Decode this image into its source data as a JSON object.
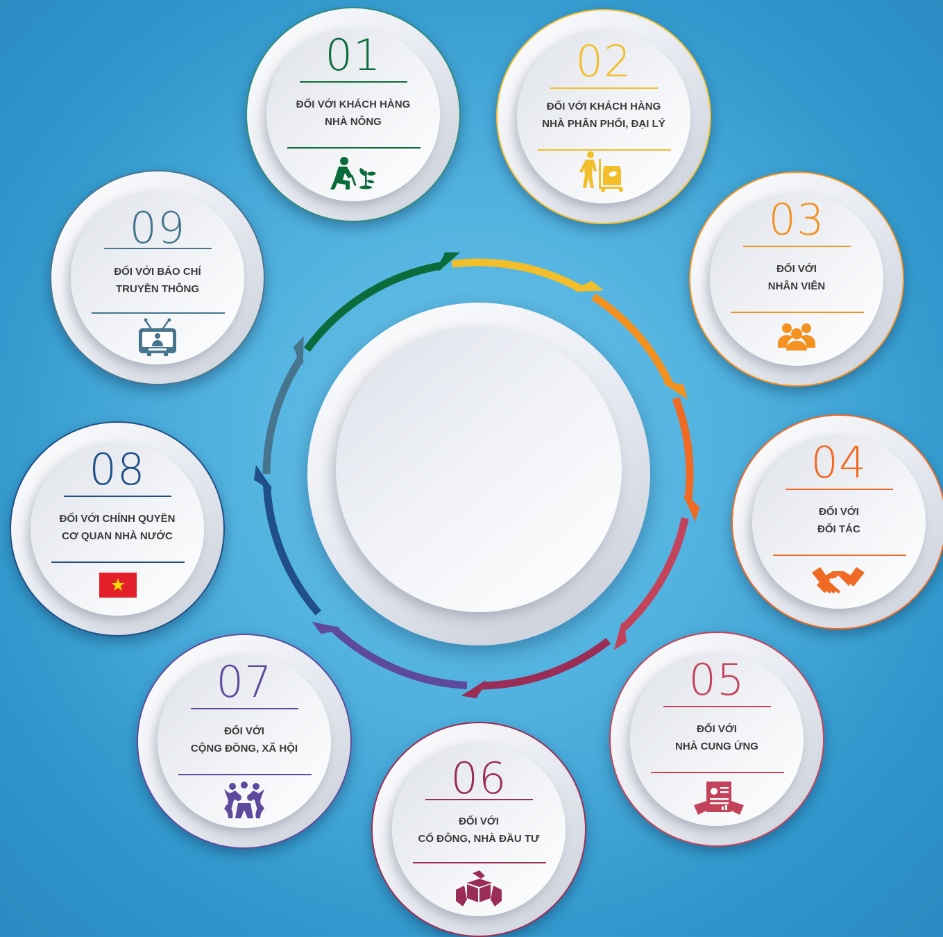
{
  "colors": {
    "c01": "#0a6b3b",
    "c02": "#f2be2a",
    "c03": "#f39221",
    "c04": "#ef6a23",
    "c05": "#c3445a",
    "c06": "#9a2d55",
    "c07": "#5d4a9c",
    "c08": "#1f4f86",
    "c09": "#47758e"
  },
  "items": [
    {
      "number": "01",
      "title_line1": "ĐỐI VỚI KHÁCH HÀNG",
      "title_line2": "NHÀ NÔNG",
      "icon": "farmer-planting-icon"
    },
    {
      "number": "02",
      "title_line1": "ĐỐI VỚI KHÁCH HÀNG",
      "title_line2": "NHÀ PHÂN PHỐI, ĐẠI LÝ",
      "icon": "hand-truck-worker-icon"
    },
    {
      "number": "03",
      "title_line1": "ĐỐI VỚI",
      "title_line2": "NHÂN VIÊN",
      "icon": "people-group-icon"
    },
    {
      "number": "04",
      "title_line1": "ĐỐI VỚI",
      "title_line2": "ĐỐI TÁC",
      "icon": "handshake-icon"
    },
    {
      "number": "05",
      "title_line1": "ĐỐI VỚI",
      "title_line2": "NHÀ CUNG ỨNG",
      "icon": "supply-document-icon"
    },
    {
      "number": "06",
      "title_line1": "ĐỐI VỚI",
      "title_line2": "CỔ ĐÔNG, NHÀ ĐẦU TƯ",
      "icon": "hands-investment-icon"
    },
    {
      "number": "07",
      "title_line1": "ĐỐI VỚI",
      "title_line2": "CỘNG ĐỒNG, XÃ HỘI",
      "icon": "community-people-icon"
    },
    {
      "number": "08",
      "title_line1": "ĐỐI VỚI CHÍNH QUYỀN",
      "title_line2": "CƠ QUAN NHÀ NƯỚC",
      "icon": "vietnam-flag-icon"
    },
    {
      "number": "09",
      "title_line1": "ĐỐI VỚI BÁO CHÍ",
      "title_line2": "TRUYỀN THÔNG",
      "icon": "television-icon"
    }
  ]
}
